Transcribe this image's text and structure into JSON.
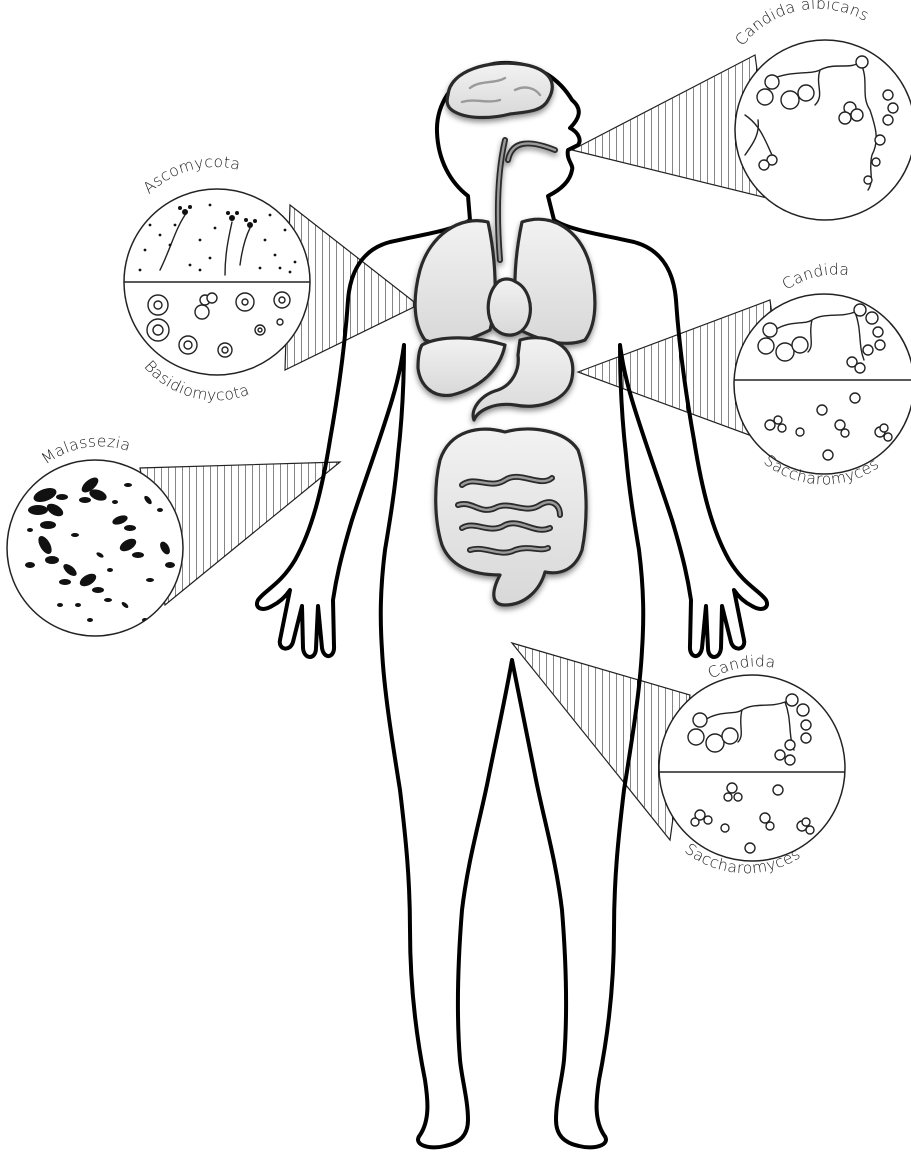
{
  "figure": {
    "labels": {
      "oral_top": "Candida albicans",
      "lung_top": "Ascomycota",
      "lung_bottom": "Basidiomycota",
      "skin": "Malassezia",
      "gut_top": "Candida",
      "gut_bottom": "Saccharomyces",
      "vaginal_top": "Candida",
      "vaginal_bottom": "Saccharomyces"
    }
  }
}
